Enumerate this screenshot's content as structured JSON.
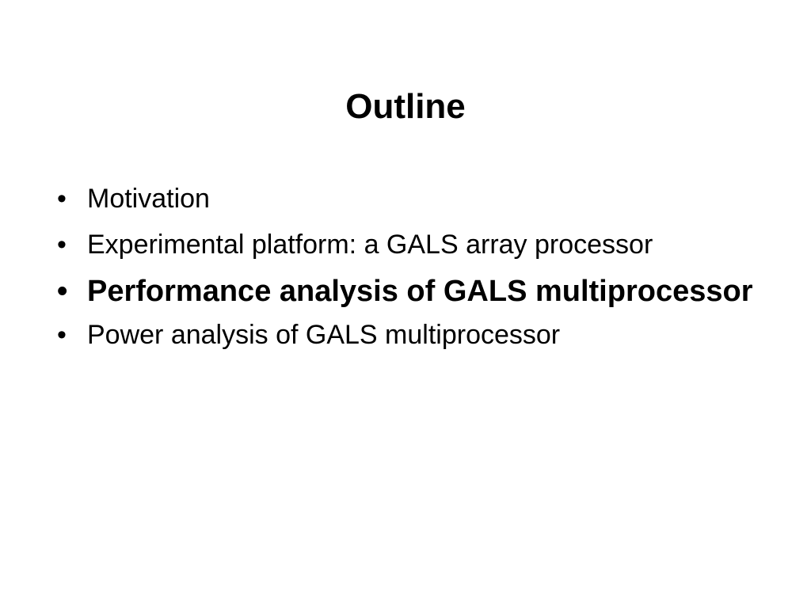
{
  "slide": {
    "title": "Outline",
    "bullet_glyph": "•",
    "items": [
      {
        "text": "Motivation",
        "emphasized": false
      },
      {
        "text": "Experimental platform: a GALS array processor",
        "emphasized": false
      },
      {
        "text": "Performance analysis of GALS multiprocessor",
        "emphasized": true
      },
      {
        "text": "Power analysis of GALS multiprocessor",
        "emphasized": false
      }
    ]
  }
}
